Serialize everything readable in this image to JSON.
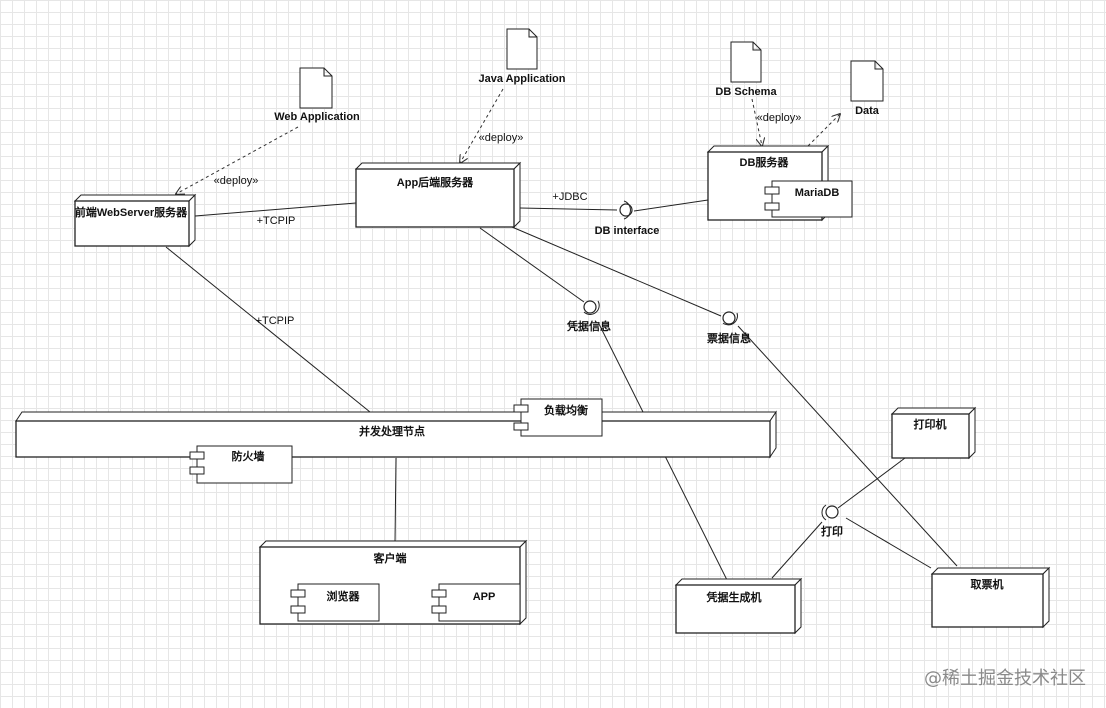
{
  "artifacts": {
    "web_application": "Web Application",
    "java_application": "Java Application",
    "db_schema": "DB Schema",
    "data": "Data"
  },
  "nodes": {
    "frontend_webserver": "前端WebServer服务器",
    "app_backend": "App后端服务器",
    "db_server": "DB服务器",
    "concurrency_node": "并发处理节点",
    "client": "客户端",
    "printer": "打印机",
    "voucher_generator": "凭据生成机",
    "ticket_machine": "取票机"
  },
  "components": {
    "mariadb": "MariaDB",
    "load_balancer": "负载均衡",
    "firewall": "防火墙",
    "browser": "浏览器",
    "app": "APP"
  },
  "interfaces": {
    "db_interface": "DB interface",
    "voucher_info": "凭据信息",
    "ticket_info": "票据信息",
    "print": "打印"
  },
  "edge_labels": {
    "deploy": "«deploy»",
    "tcpip": "+TCPIP",
    "jdbc": "+JDBC"
  },
  "watermark": "@稀土掘金技术社区"
}
